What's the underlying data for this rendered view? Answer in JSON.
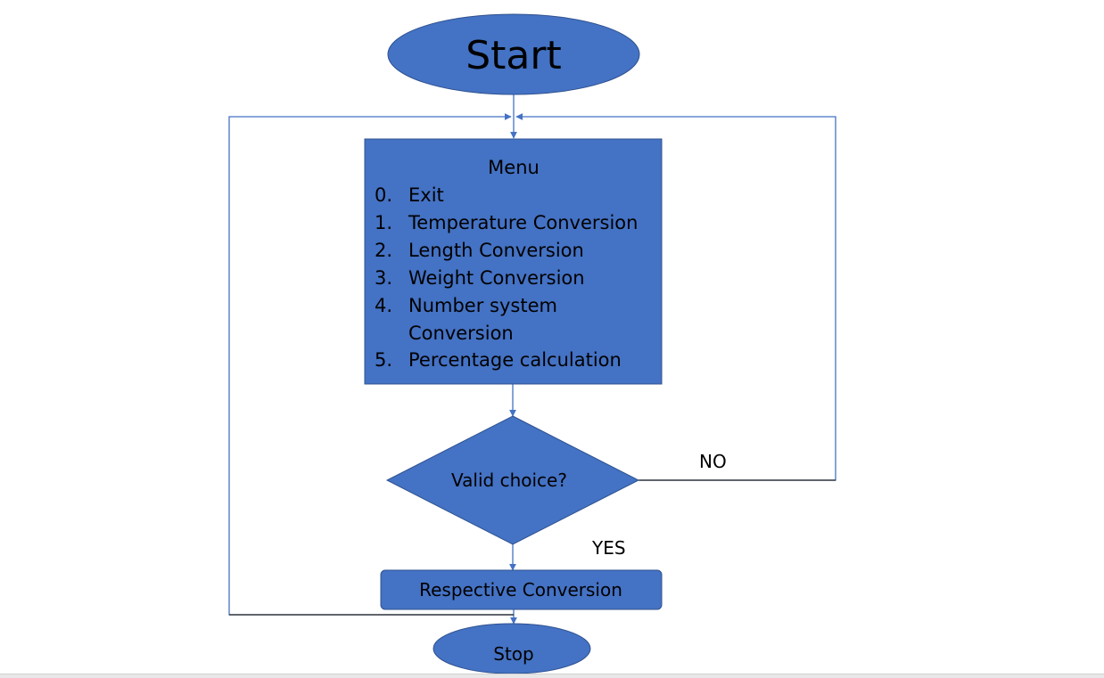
{
  "colors": {
    "shape_fill": "#4472c4",
    "shape_stroke": "#2f528f",
    "connector": "#4472c4",
    "background": "#ffffff",
    "text": "#000000"
  },
  "nodes": {
    "start": {
      "label": "Start",
      "shape": "ellipse"
    },
    "menu": {
      "shape": "rectangle",
      "title": "Menu",
      "items": [
        {
          "num": "0.",
          "text": "Exit"
        },
        {
          "num": "1.",
          "text": "Temperature Conversion"
        },
        {
          "num": "2.",
          "text": "Length Conversion"
        },
        {
          "num": "3.",
          "text": "Weight Conversion"
        },
        {
          "num": "4.",
          "text": "Number system",
          "text2": "Conversion"
        },
        {
          "num": "5.",
          "text": "Percentage calculation"
        }
      ]
    },
    "decision": {
      "label": "Valid choice?",
      "shape": "diamond"
    },
    "process": {
      "label": "Respective Conversion",
      "shape": "rounded-rectangle"
    },
    "stop": {
      "label": "Stop",
      "shape": "ellipse"
    }
  },
  "edges": [
    {
      "from": "start",
      "to": "menu"
    },
    {
      "from": "menu",
      "to": "decision"
    },
    {
      "from": "decision",
      "to": "process",
      "label": "YES"
    },
    {
      "from": "decision",
      "to": "menu",
      "label": "NO"
    },
    {
      "from": "process",
      "to": "menu"
    },
    {
      "from": "process",
      "to": "stop"
    }
  ]
}
